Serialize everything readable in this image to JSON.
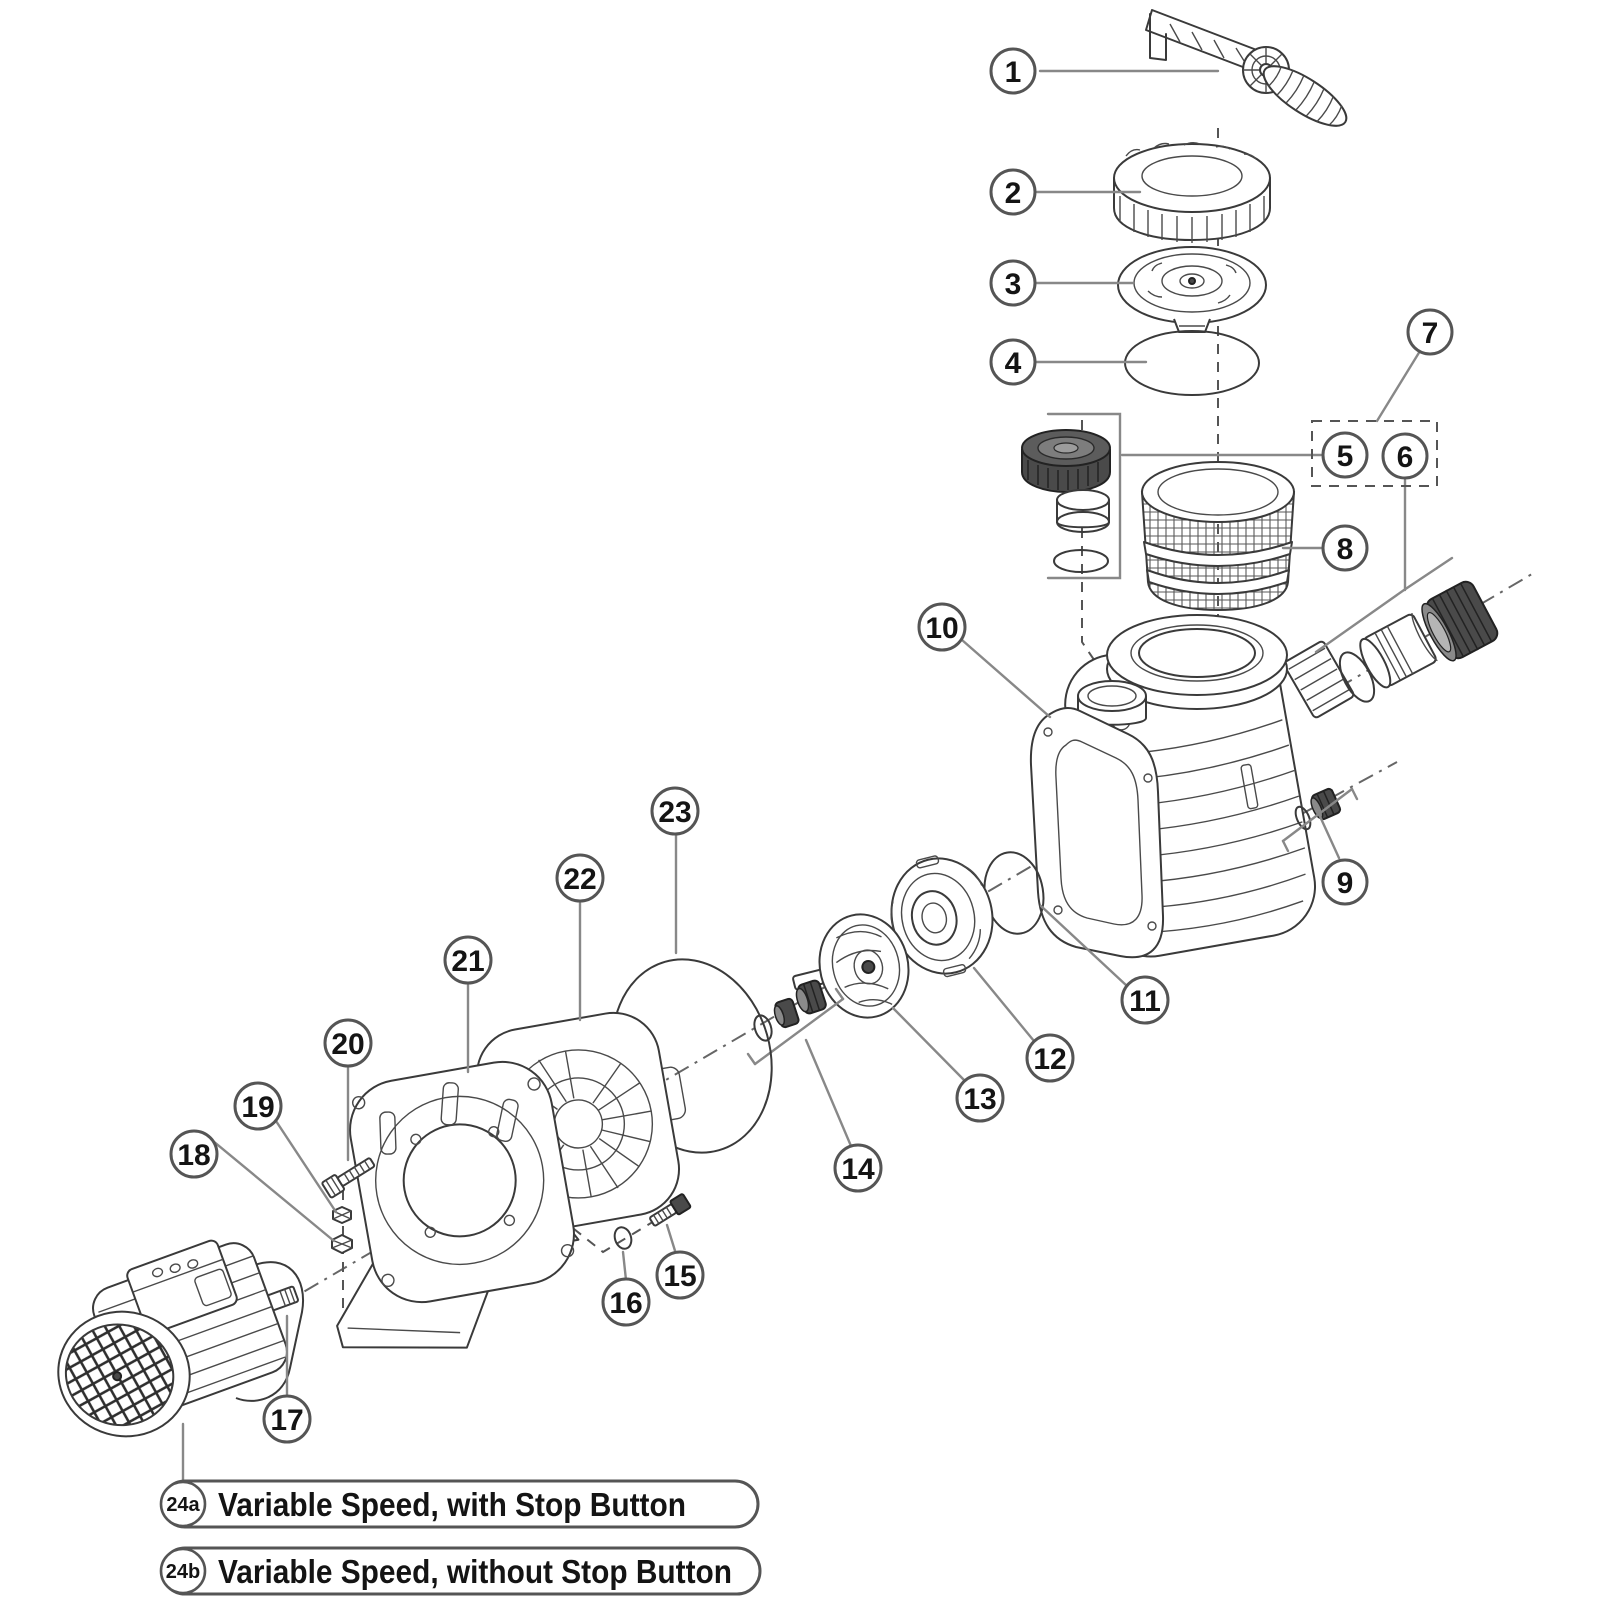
{
  "diagram": {
    "background": "#ffffff",
    "line_color": "#3a3a3a",
    "leader_color": "#888888",
    "dark_part_color": "#4a4a4a"
  },
  "callouts": [
    {
      "num": "1"
    },
    {
      "num": "2"
    },
    {
      "num": "3"
    },
    {
      "num": "4"
    },
    {
      "num": "5"
    },
    {
      "num": "6"
    },
    {
      "num": "7"
    },
    {
      "num": "8"
    },
    {
      "num": "9"
    },
    {
      "num": "10"
    },
    {
      "num": "11"
    },
    {
      "num": "12"
    },
    {
      "num": "13"
    },
    {
      "num": "14"
    },
    {
      "num": "15"
    },
    {
      "num": "16"
    },
    {
      "num": "17"
    },
    {
      "num": "18"
    },
    {
      "num": "19"
    },
    {
      "num": "20"
    },
    {
      "num": "21"
    },
    {
      "num": "22"
    },
    {
      "num": "23"
    }
  ],
  "legend": {
    "items": [
      {
        "num": "24a",
        "label": "Variable Speed, with Stop Button"
      },
      {
        "num": "24b",
        "label": "Variable Speed, without Stop Button"
      }
    ]
  }
}
